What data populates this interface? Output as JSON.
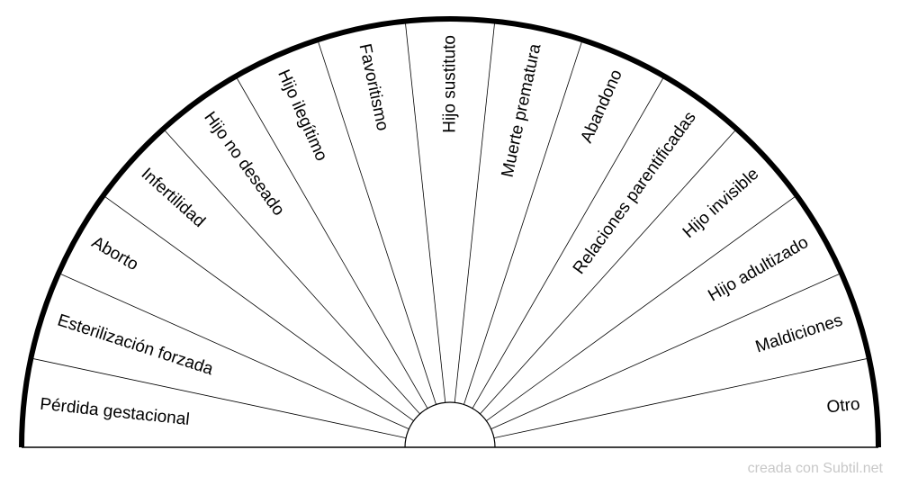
{
  "chart_data": {
    "type": "pendulum-chart",
    "sectors": [
      "Pérdida gestacional",
      "Esterilización forzada",
      "Aborto",
      "Infertilidad",
      "Hijo no deseado",
      "Hijo ilegítimo",
      "Favoritismo",
      "Hijo sustituto",
      "Muerte prematura",
      "Abandono",
      "Relaciones parentificadas",
      "Hijo invisible",
      "Hijo adultizado",
      "Maldiciones",
      "Otro"
    ]
  },
  "footer": {
    "credit": "creada con Subtil.net"
  },
  "colors": {
    "outline": "#000000",
    "credit": "#c8c8c8",
    "background": "#ffffff"
  }
}
